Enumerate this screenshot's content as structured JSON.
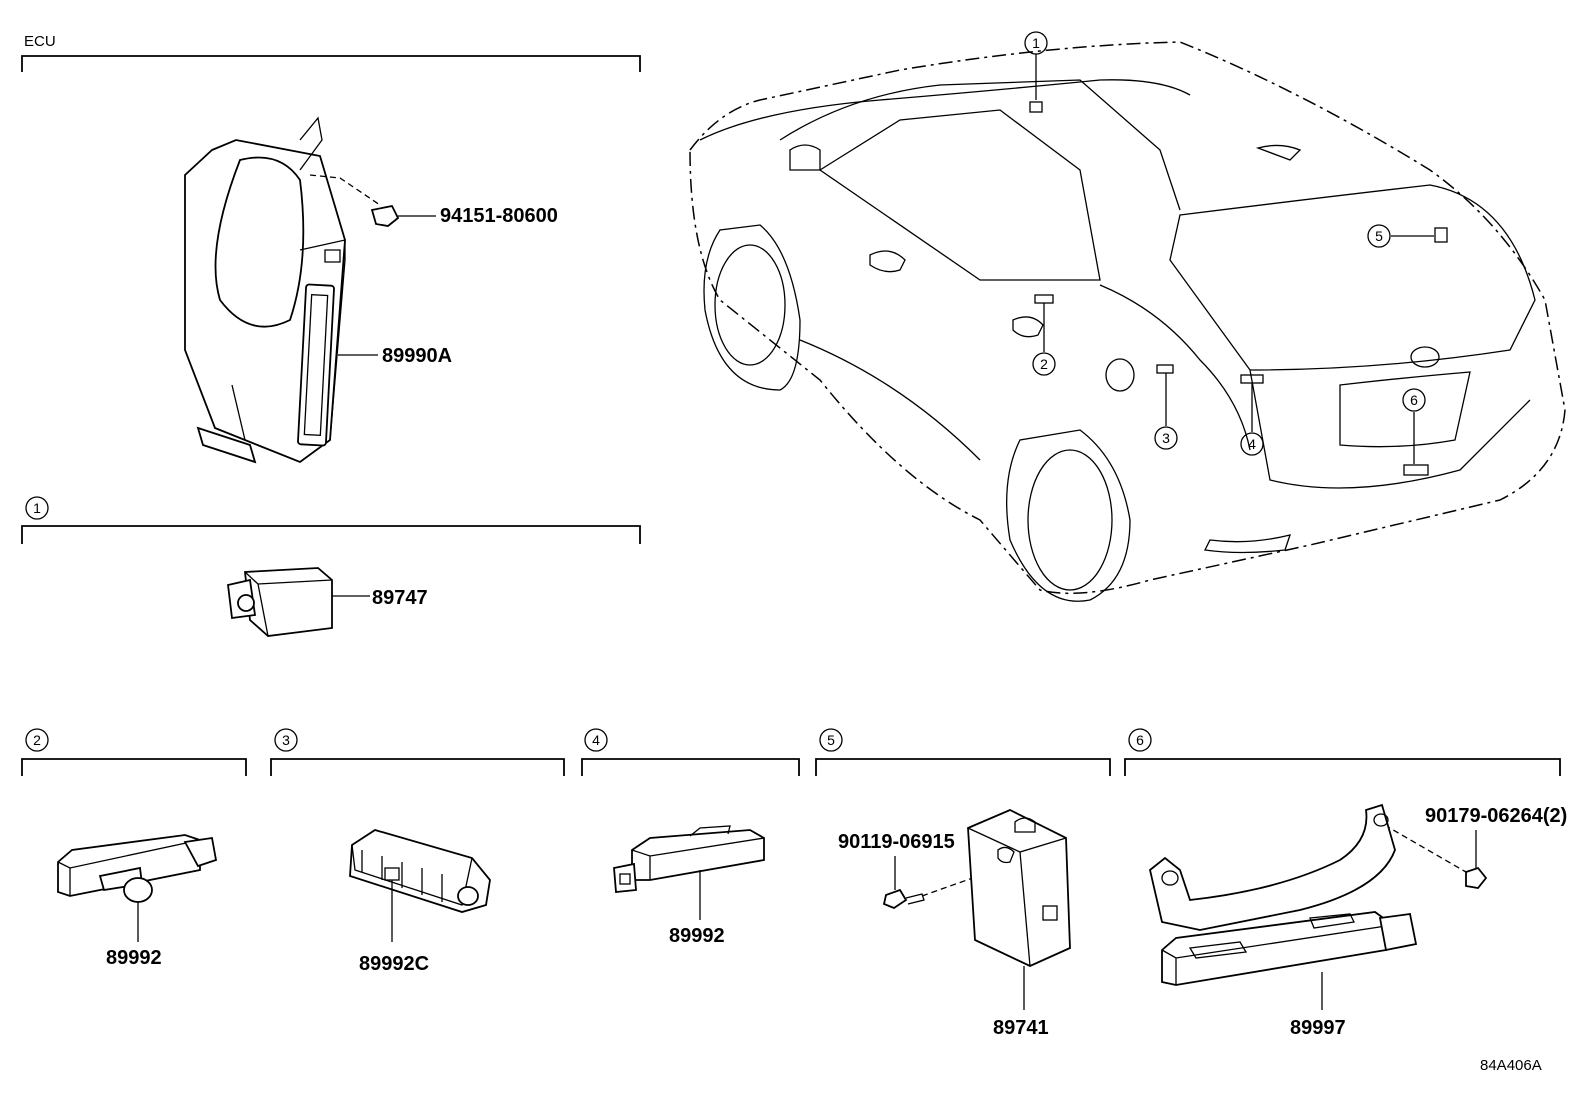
{
  "groups": {
    "ecu": {
      "title": "ECU"
    },
    "g1": {
      "callout": "1"
    },
    "g2": {
      "callout": "2"
    },
    "g3": {
      "callout": "3"
    },
    "g4": {
      "callout": "4"
    },
    "g5": {
      "callout": "5"
    },
    "g6": {
      "callout": "6"
    }
  },
  "parts": {
    "clip_ecu": "94151-80600",
    "ecu": "89990A",
    "part_89747": "89747",
    "sensor_2": "89992",
    "sensor_3": "89992C",
    "sensor_4": "89992",
    "bolt_5": "90119-06915",
    "unit_5": "89741",
    "nut_6": "90179-06264(2)",
    "unit_6": "89997"
  },
  "car_callouts": [
    "1",
    "2",
    "3",
    "4",
    "5",
    "6"
  ],
  "diagram_code": "84A406A"
}
